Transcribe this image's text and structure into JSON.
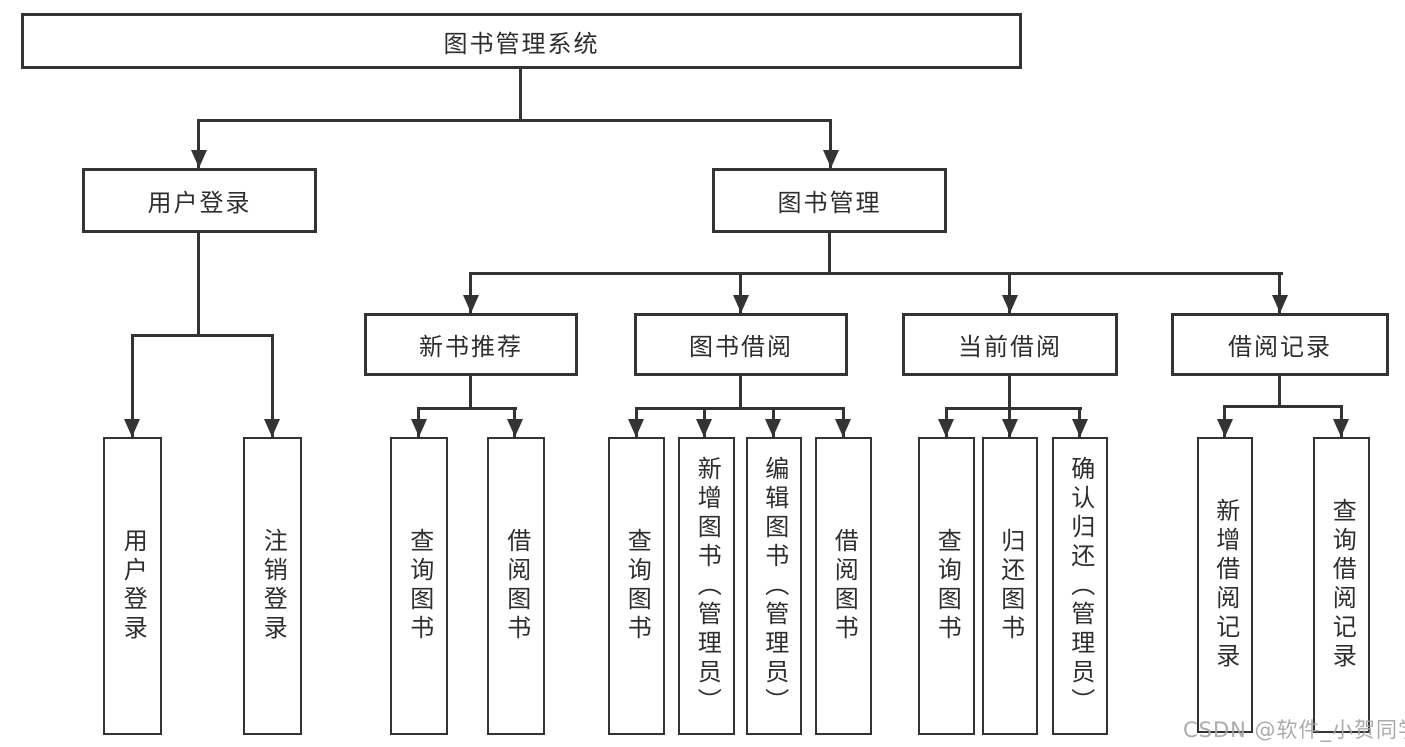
{
  "diagram": {
    "title_node": "图书管理系统",
    "root": {
      "label": "图书管理系统",
      "children": [
        {
          "label": "用户登录",
          "children": [
            {
              "label": "用户登录"
            },
            {
              "label": "注销登录"
            }
          ]
        },
        {
          "label": "图书管理",
          "children": [
            {
              "label": "新书推荐",
              "children": [
                {
                  "label": "查询图书"
                },
                {
                  "label": "借阅图书"
                }
              ]
            },
            {
              "label": "图书借阅",
              "children": [
                {
                  "label": "查询图书"
                },
                {
                  "label": "新增图书（管理员）"
                },
                {
                  "label": "编辑图书（管理员）"
                },
                {
                  "label": "借阅图书"
                }
              ]
            },
            {
              "label": "当前借阅",
              "children": [
                {
                  "label": "查询图书"
                },
                {
                  "label": "归还图书"
                },
                {
                  "label": "确认归还（管理员）"
                }
              ]
            },
            {
              "label": "借阅记录",
              "children": [
                {
                  "label": "新增借阅记录"
                },
                {
                  "label": "查询借阅记录"
                }
              ]
            }
          ]
        }
      ]
    },
    "colors": {
      "line": "#333333",
      "text": "#2e2e2e",
      "background": "#ffffff"
    }
  },
  "watermark": {
    "text": "CSDN @软件_小贺同学",
    "color": "#a5a5a5"
  }
}
